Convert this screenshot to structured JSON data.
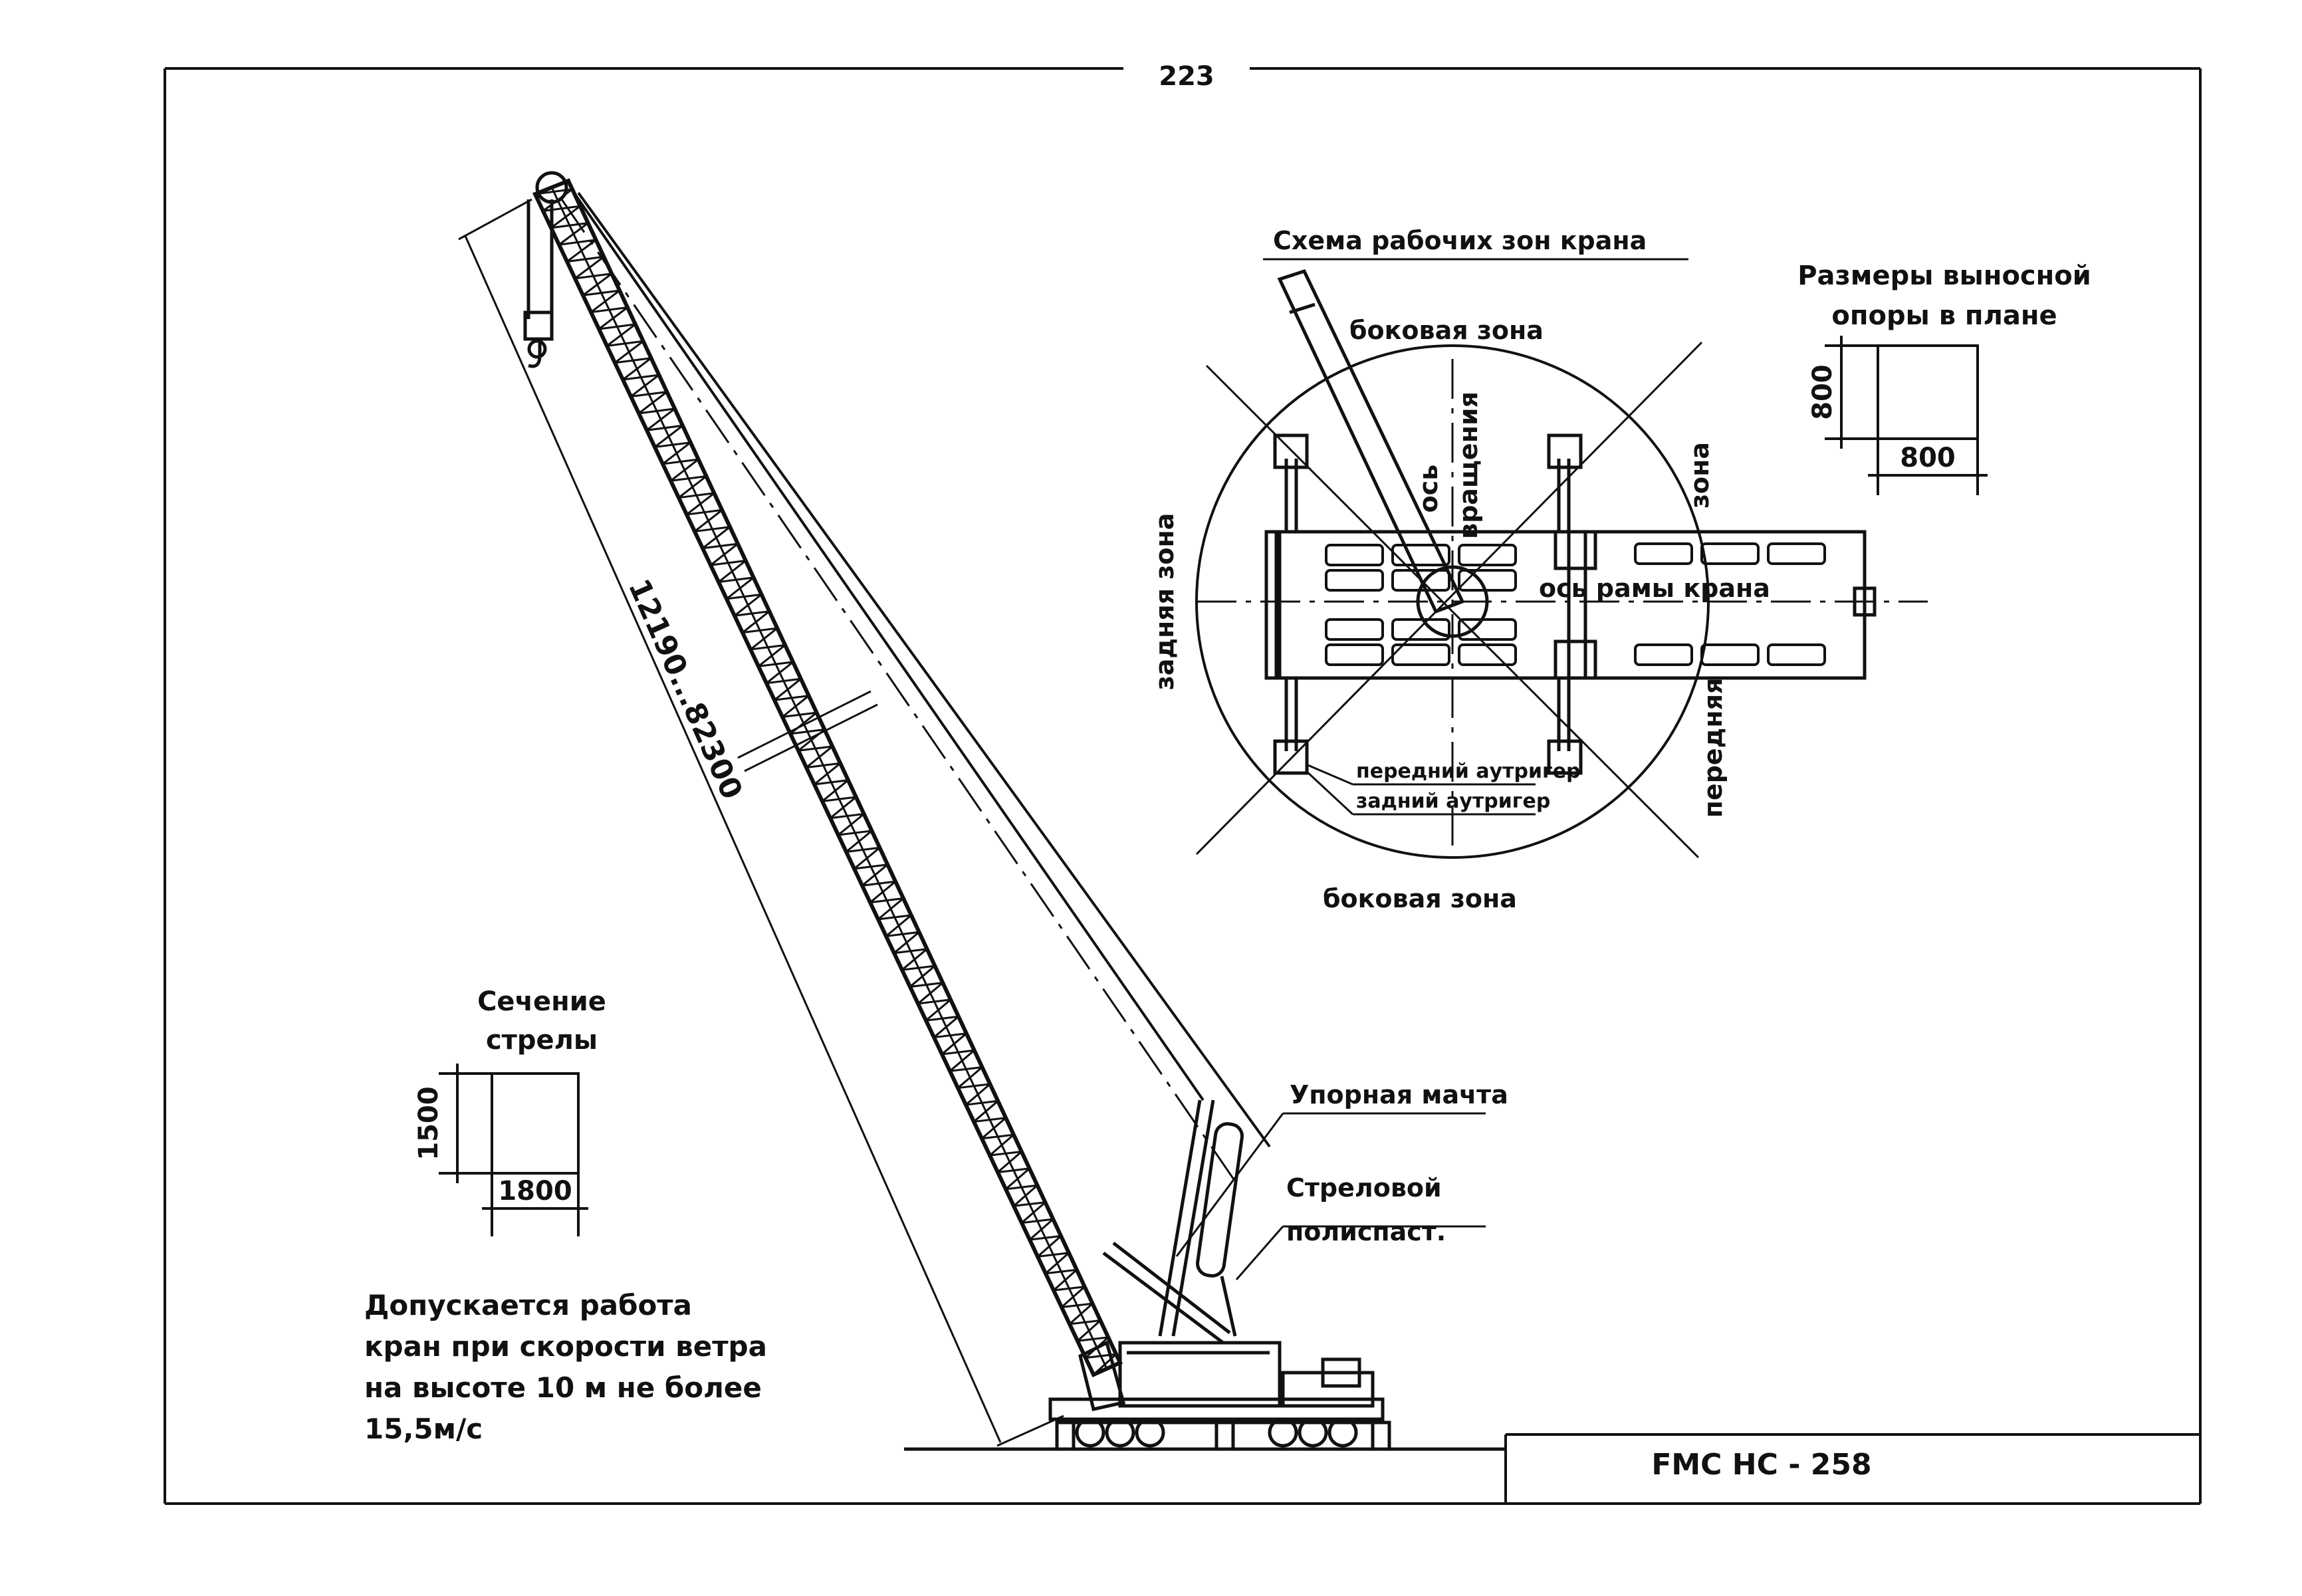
{
  "page_number": "223",
  "plan": {
    "title": "Схема рабочих зон крана",
    "side_zone_top": "боковая зона",
    "side_zone_bottom": "боковая зона",
    "rear_zone": "задняя зона",
    "front_zone_word1": "передняя",
    "front_zone_word2": "зона",
    "rotation_axis_1": "ось",
    "rotation_axis_2": "вращения",
    "frame_axis": "ось рамы крана",
    "front_outrigger": "передний аутригер",
    "rear_outrigger": "задний аутригер"
  },
  "outrigger_pad": {
    "title_1": "Размеры выносной",
    "title_2": "опоры  в плане",
    "height": "800",
    "width": "800"
  },
  "boom_section": {
    "title_1": "Сечение",
    "title_2": "стрелы",
    "height": "1500",
    "width": "1800"
  },
  "boom_length": "12190...82300",
  "labels": {
    "mast": "Упорная мачта",
    "tackle_1": "Стреловой",
    "tackle_2": "полиспаст."
  },
  "note": {
    "line1": "Допускается работа",
    "line2": "кран при скорости ветра",
    "line3": "на высоте 10 м не более",
    "line4": "15,5м/с"
  },
  "stamp": "FMC HC - 258"
}
